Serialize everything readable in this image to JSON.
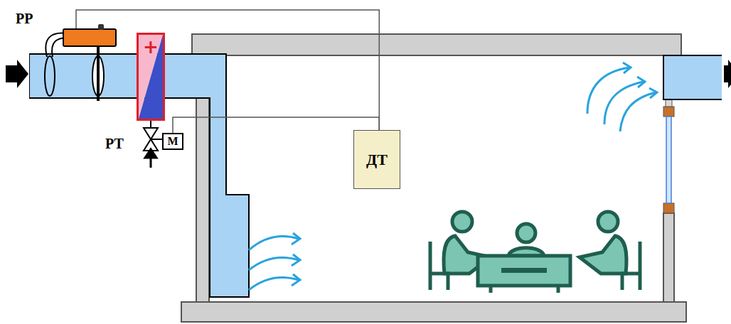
{
  "diagram": {
    "nodes": [
      {
        "text": [
          "РР"
        ]
      },
      {
        "text": [
          "+"
        ]
      },
      {
        "text": [
          "М"
        ]
      },
      {
        "text": [
          "ДТ"
        ]
      }
    ],
    "edges": [
      {
        "from": 3,
        "to": 0,
        "arrow": "none"
      },
      {
        "from": 3,
        "to": 2,
        "arrow": "none"
      }
    ],
    "labels": [
      "РТ"
    ]
  }
}
